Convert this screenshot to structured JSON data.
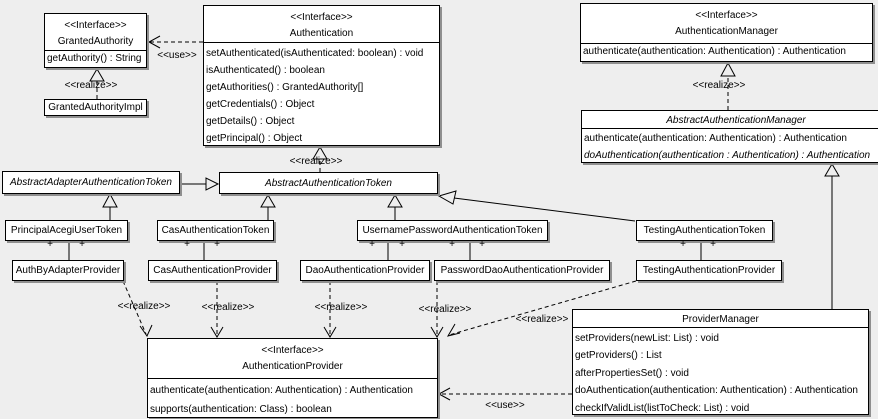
{
  "diagram": {
    "background": "#eeeeee",
    "box_fill": "#ffffff",
    "line_color": "#000000",
    "shadow_color": "#8f8f8f"
  },
  "labels": {
    "use": "<<use>>",
    "realize": "<<realize>>",
    "plus": "+",
    "interface_stereotype": "<<Interface>>"
  },
  "classes": {
    "granted_authority": {
      "stereotype": "<<Interface>>",
      "name": "GrantedAuthority",
      "methods": [
        "getAuthority() : String"
      ]
    },
    "granted_authority_impl": {
      "name": "GrantedAuthorityImpl"
    },
    "authentication": {
      "stereotype": "<<Interface>>",
      "name": "Authentication",
      "methods": [
        "setAuthenticated(isAuthenticated: boolean) : void",
        "isAuthenticated() : boolean",
        "getAuthorities() : GrantedAuthority[]",
        "getCredentials() : Object",
        "getDetails() : Object",
        "getPrincipal() : Object"
      ]
    },
    "authentication_manager": {
      "stereotype": "<<Interface>>",
      "name": "AuthenticationManager",
      "methods": [
        "authenticate(authentication: Authentication) : Authentication"
      ]
    },
    "abstract_authentication_manager": {
      "name": "AbstractAuthenticationManager",
      "methods": [
        "authenticate(authentication: Authentication) : Authentication",
        "doAuthentication(authentication : Authentication) : Authentication"
      ]
    },
    "abstract_adapter_authentication_token": {
      "name": "AbstractAdapterAuthenticationToken"
    },
    "abstract_authentication_token": {
      "name": "AbstractAuthenticationToken"
    },
    "principal_acegi_user_token": {
      "name": "PrincipalAcegiUserToken"
    },
    "cas_authentication_token": {
      "name": "CasAuthenticationToken"
    },
    "username_password_authentication_token": {
      "name": "UsernamePasswordAuthenticationToken"
    },
    "testing_authentication_token": {
      "name": "TestingAuthenticationToken"
    },
    "auth_by_adapter_provider": {
      "name": "AuthByAdapterProvider"
    },
    "cas_authentication_provider": {
      "name": "CasAuthenticationProvider"
    },
    "dao_authentication_provider": {
      "name": "DaoAuthenticationProvider"
    },
    "password_dao_authentication_provider": {
      "name": "PasswordDaoAuthenticationProvider"
    },
    "testing_authentication_provider": {
      "name": "TestingAuthenticationProvider"
    },
    "provider_manager": {
      "name": "ProviderManager",
      "methods": [
        "setProviders(newList: List) : void",
        "getProviders() : List",
        "afterPropertiesSet() : void",
        "doAuthentication(authentication: Authentication) : Authentication",
        "checkIfValidList(listToCheck: List) : void"
      ]
    },
    "authentication_provider": {
      "stereotype": "<<Interface>>",
      "name": "AuthenticationProvider",
      "methods": [
        "authenticate(authentication: Authentication) : Authentication",
        "supports(authentication: Class) : boolean"
      ]
    }
  }
}
